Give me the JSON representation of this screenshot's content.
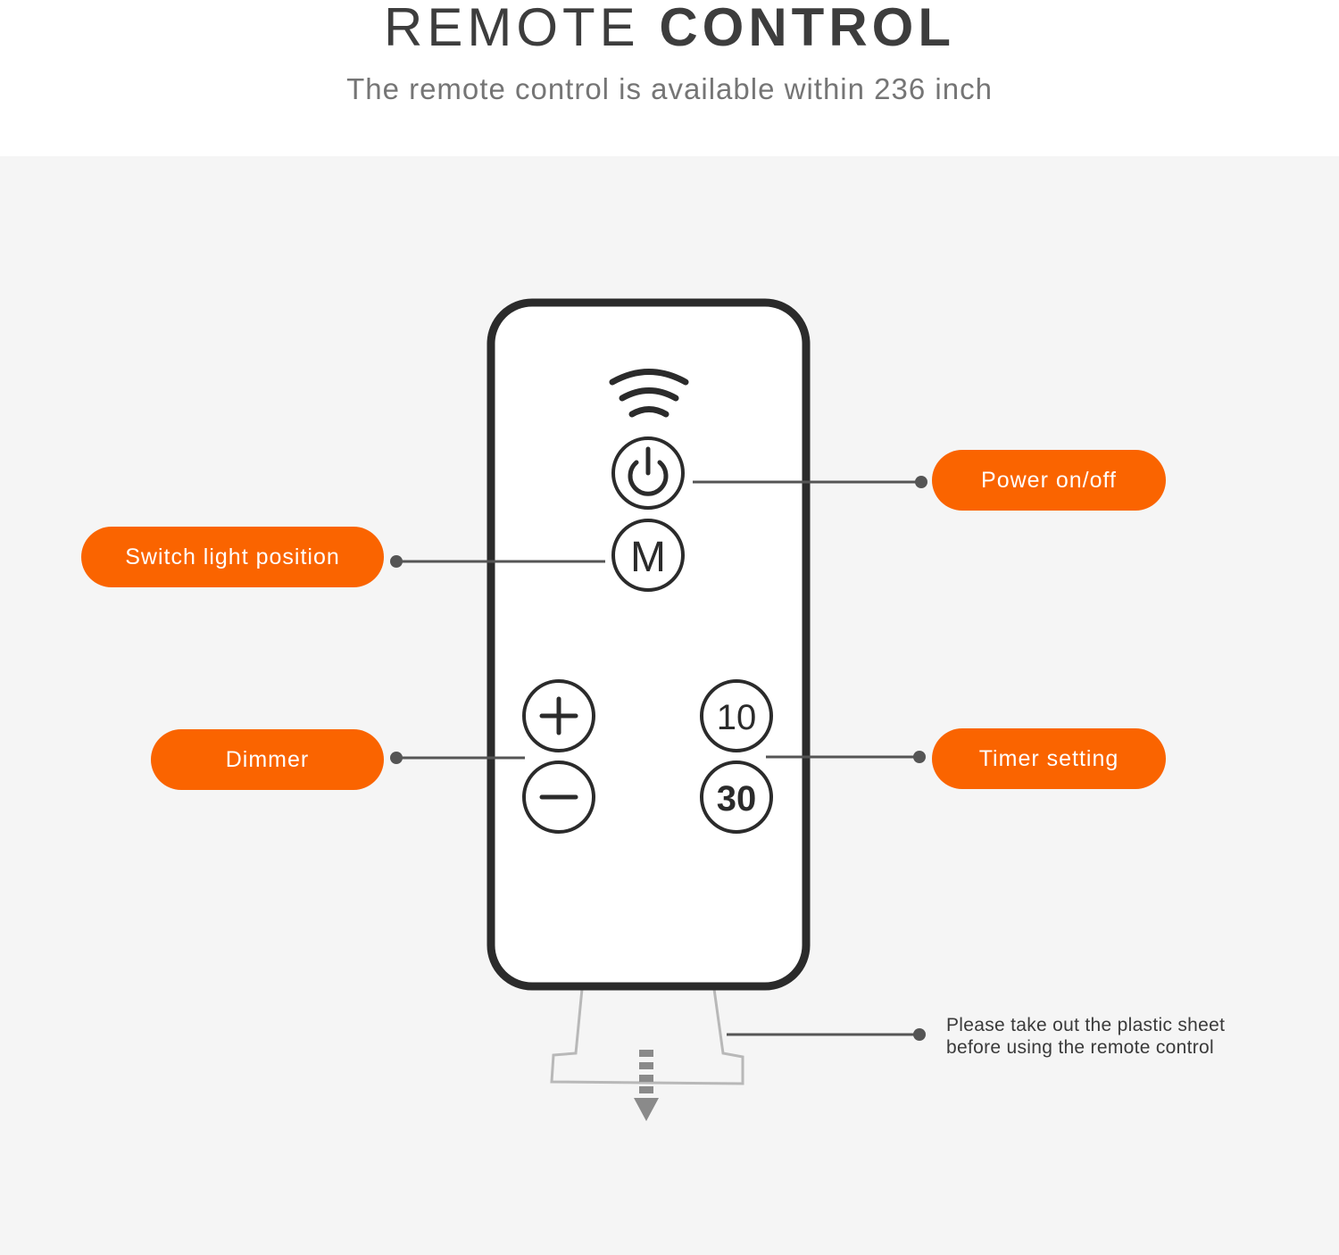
{
  "header": {
    "title_light": "REMOTE",
    "title_bold": "CONTROL",
    "subtitle": "The remote control is available within 236 inch"
  },
  "remote": {
    "mode_button_label": "M",
    "timer_10_label": "10",
    "timer_30_label": "30"
  },
  "callouts": {
    "power": "Power on/off",
    "switch_light": "Switch light position",
    "dimmer": "Dimmer",
    "timer": "Timer setting",
    "note_line1": "Please take out the plastic sheet",
    "note_line2": "before using the remote control"
  },
  "colors": {
    "accent": "#fa6400",
    "outline": "#2b2b2b",
    "leader": "#555555",
    "background": "#f5f5f5"
  },
  "icons": [
    "signal-icon",
    "power-icon",
    "plus-icon",
    "minus-icon",
    "down-arrow-icon"
  ]
}
